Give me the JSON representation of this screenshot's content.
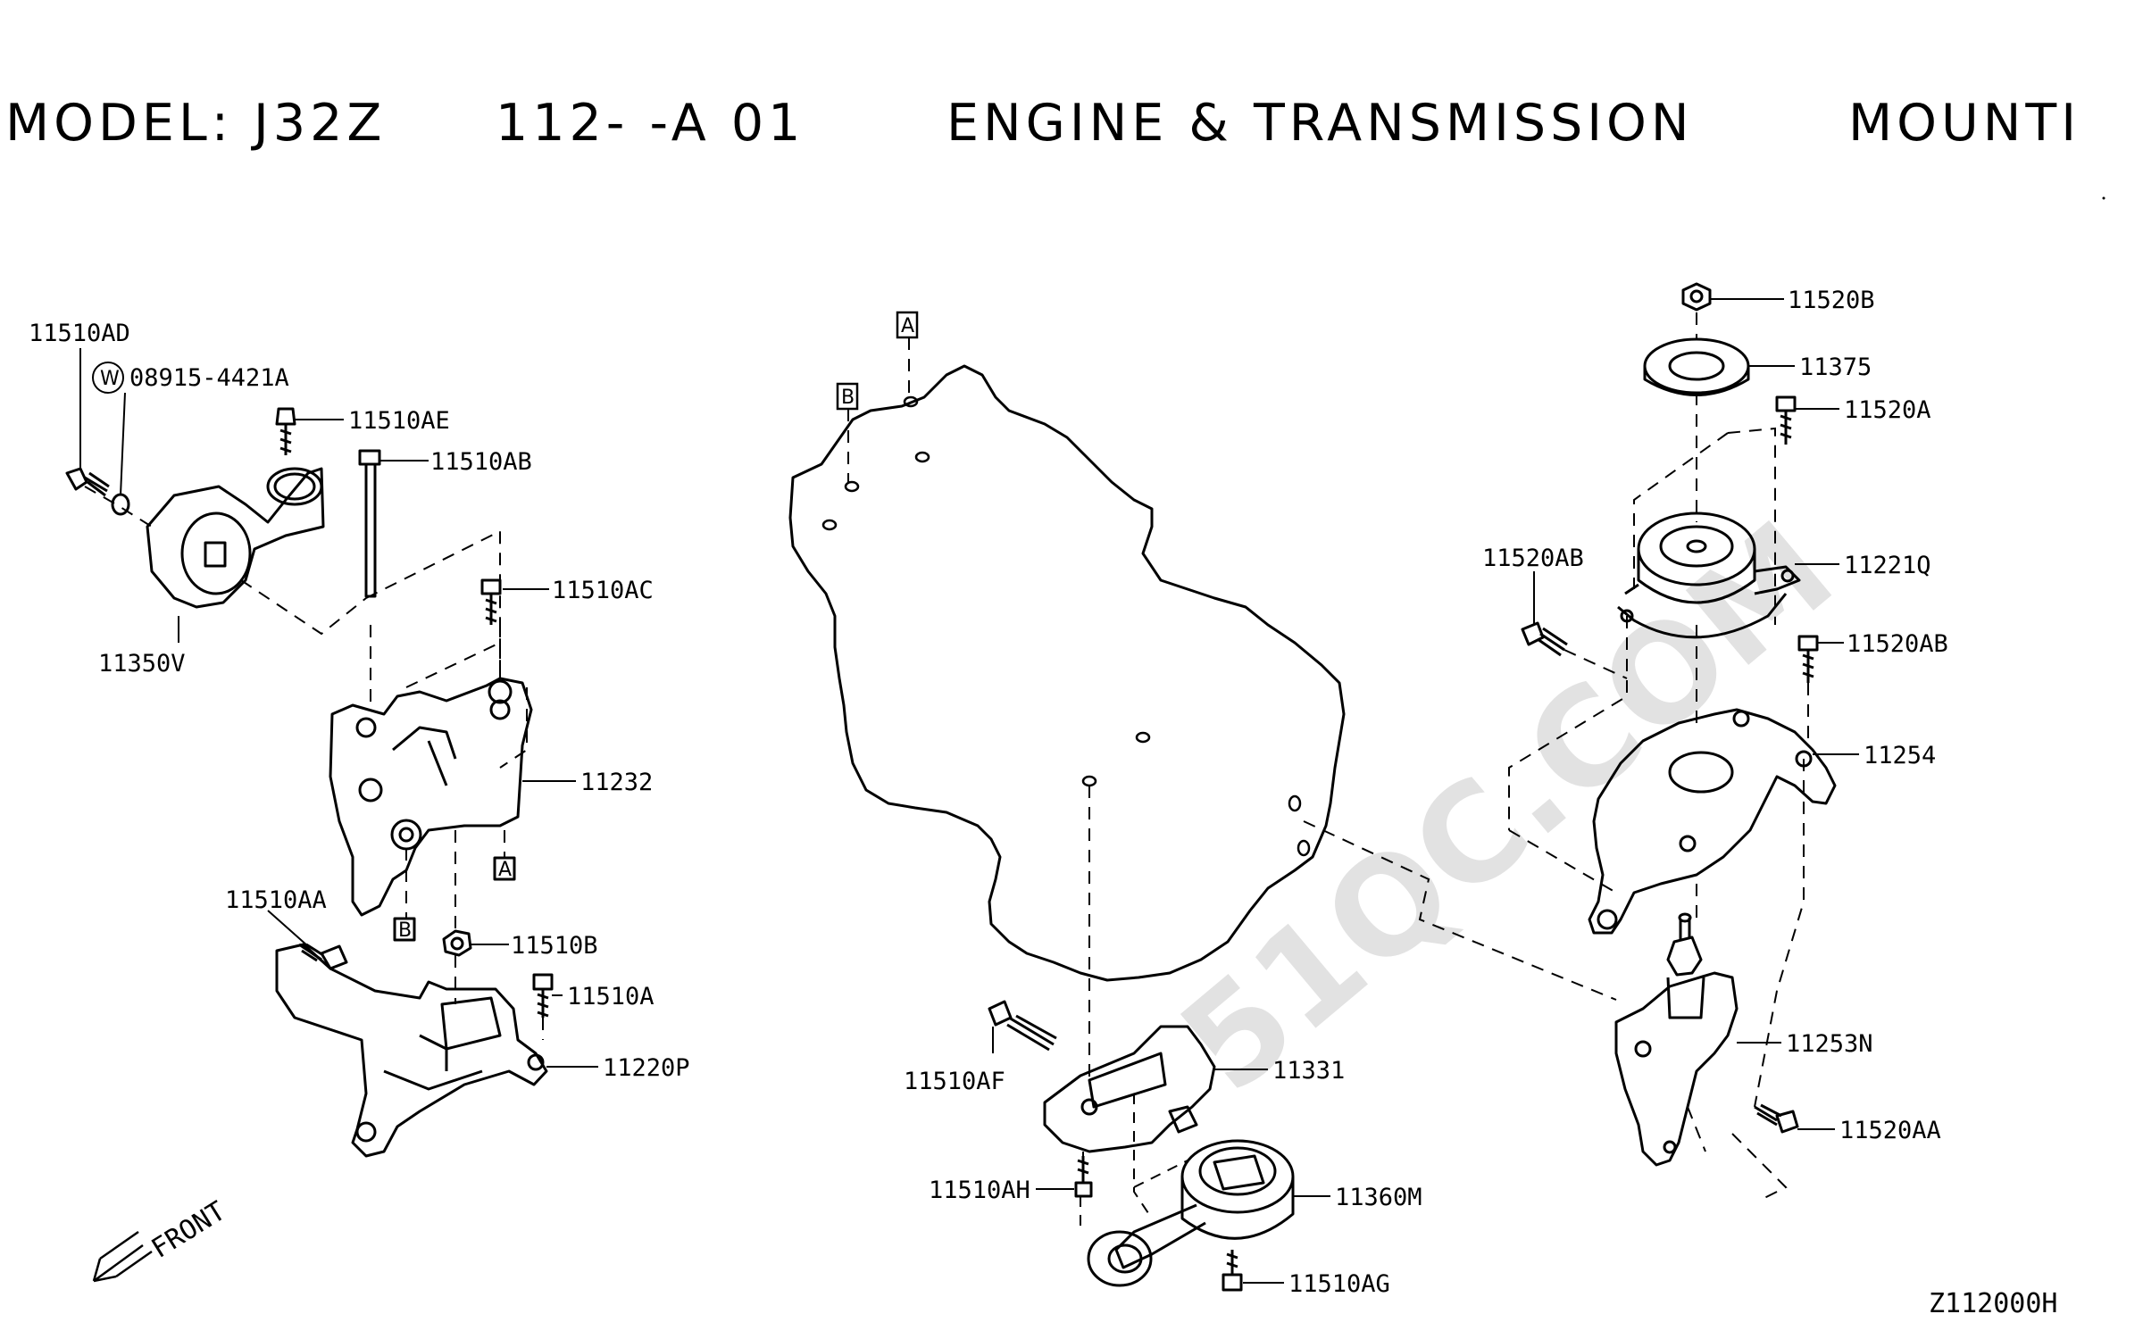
{
  "header": {
    "model": "MODEL: J32Z",
    "code": "112-  -A 01",
    "section": "ENGINE & TRANSMISSION",
    "group": "MOUNTI"
  },
  "watermark": "51QC.COM",
  "diagram_code": "Z112000H",
  "direction_label": "FRONT",
  "ref_markers": {
    "a": "A",
    "b": "B"
  },
  "parts": {
    "p11510AD": "11510AD",
    "p08915": "08915-4421A",
    "washer_symbol": "W",
    "p11510AE": "11510AE",
    "p11510AB": "11510AB",
    "p11510AC": "11510AC",
    "p11350V": "11350V",
    "p11232": "11232",
    "p11510AA": "11510AA",
    "p11510B": "11510B",
    "p11510A": "11510A",
    "p11220P": "11220P",
    "p11510AF": "11510AF",
    "p11331": "11331",
    "p11510AH": "11510AH",
    "p11360M": "11360M",
    "p11510AG": "11510AG",
    "p11520B": "11520B",
    "p11375": "11375",
    "p11520A": "11520A",
    "p11520AB_left": "11520AB",
    "p11221Q": "11221Q",
    "p11520AB_right": "11520AB",
    "p11254": "11254",
    "p11253N": "11253N",
    "p11520AA": "11520AA"
  },
  "colors": {
    "ink": "#000000",
    "watermark": "#e2e2e2",
    "background": "#ffffff"
  }
}
